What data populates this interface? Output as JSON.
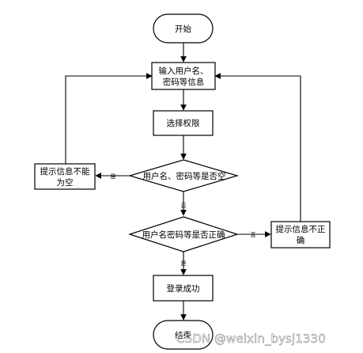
{
  "diagram": {
    "nodes": {
      "start": "开始",
      "input_line1": "输入用户名、",
      "input_line2": "密码等信息",
      "select": "选择权限",
      "decision_empty": "用户名、密码等是否空",
      "prompt_left_line1": "提示信息不能",
      "prompt_left_line2": "为空",
      "decision_correct": "用户名密码等是否正确",
      "prompt_right_line1": "提示信息不正",
      "prompt_right_line2": "确",
      "success": "登录成功",
      "end": "结束"
    },
    "edge_labels": {
      "empty_yes": "是",
      "empty_no": "否",
      "correct_no": "否",
      "correct_yes": "是"
    }
  },
  "watermark": "CSDN @weixin_bysj1330"
}
